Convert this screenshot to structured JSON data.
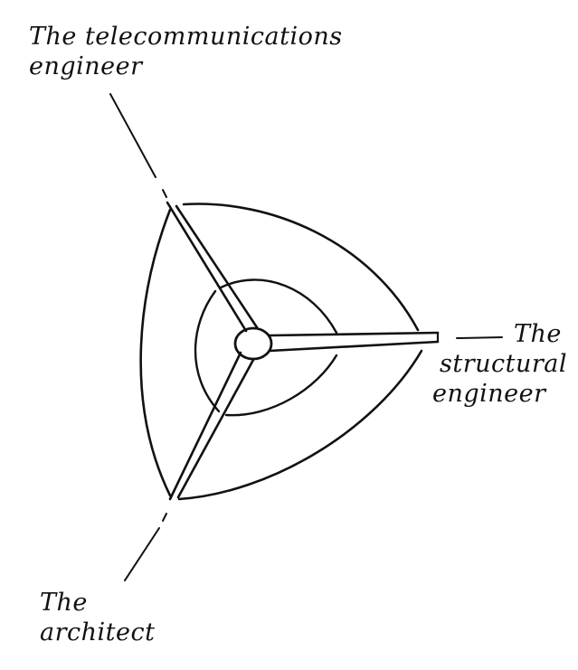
{
  "labels": {
    "telecom": {
      "line1": "The telecommunications",
      "line2": "engineer"
    },
    "structural": {
      "line1": "The",
      "line2": "structural",
      "line3": "engineer"
    },
    "architect": {
      "line1": "The",
      "line2": "architect"
    }
  },
  "colors": {
    "ink": "#111111",
    "background": "#ffffff"
  }
}
